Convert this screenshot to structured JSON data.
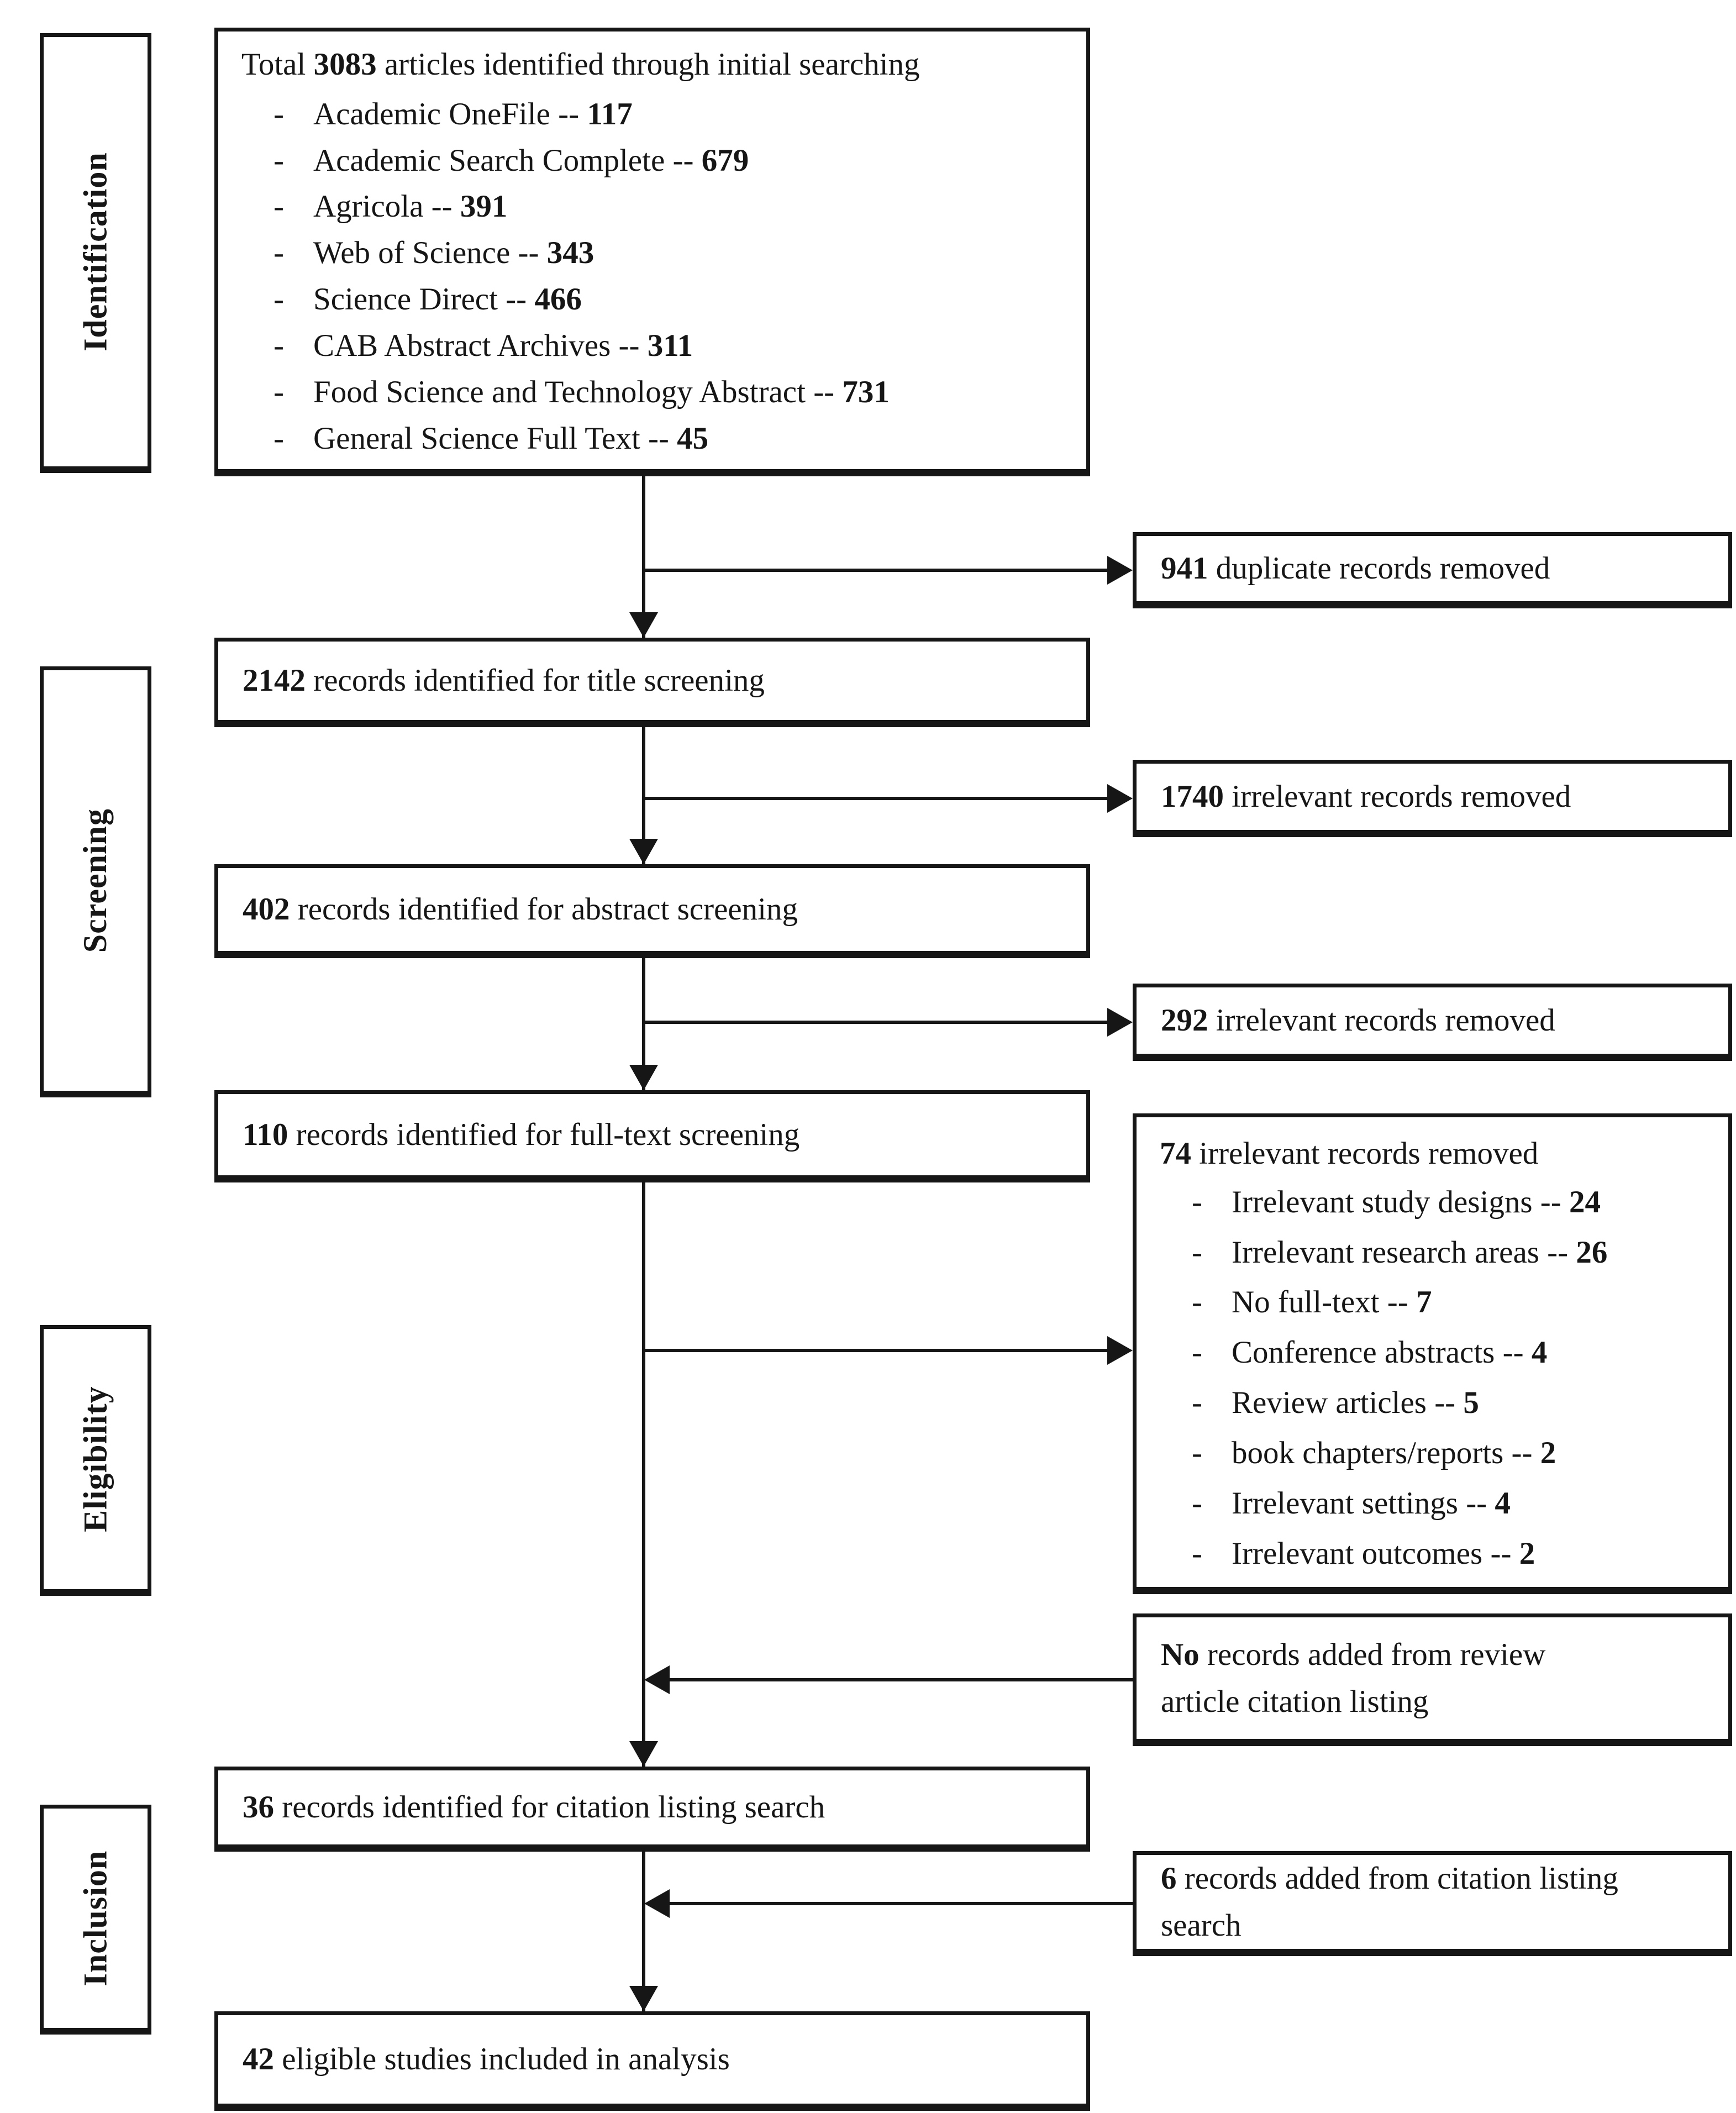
{
  "bullet": "-",
  "sep": "--",
  "stages": [
    {
      "label": "Identification"
    },
    {
      "label": "Screening"
    },
    {
      "label": "Eligibility"
    },
    {
      "label": "Inclusion"
    }
  ],
  "boxes": {
    "initial": {
      "prefix": "Total",
      "count": "3083",
      "text": "articles identified through initial searching",
      "sources": [
        {
          "name": "Academic OneFile",
          "count": "117"
        },
        {
          "name": "Academic Search Complete",
          "count": "679"
        },
        {
          "name": "Agricola",
          "count": "391"
        },
        {
          "name": "Web of Science",
          "count": "343"
        },
        {
          "name": "Science Direct",
          "count": "466"
        },
        {
          "name": "CAB Abstract Archives",
          "count": "311"
        },
        {
          "name": "Food Science and Technology Abstract",
          "count": "731"
        },
        {
          "name": "General Science Full Text",
          "count": "45"
        }
      ]
    },
    "duplicates_removed": {
      "count": "941",
      "text": "duplicate records removed"
    },
    "title_screening": {
      "count": "2142",
      "text": "records identified for title screening"
    },
    "title_removed": {
      "count": "1740",
      "text": "irrelevant records removed"
    },
    "abstract_screening": {
      "count": "402",
      "text": "records identified for abstract screening"
    },
    "abstract_removed": {
      "count": "292",
      "text": "irrelevant records removed"
    },
    "fulltext_screening": {
      "count": "110",
      "text": "records identified for full-text screening"
    },
    "fulltext_removed": {
      "count": "74",
      "text": "irrelevant records removed",
      "reasons": [
        {
          "name": "Irrelevant study designs",
          "count": "24"
        },
        {
          "name": "Irrelevant research areas",
          "count": "26"
        },
        {
          "name": "No full-text",
          "count": "7"
        },
        {
          "name": "Conference abstracts",
          "count": "4"
        },
        {
          "name": "Review articles",
          "count": "5"
        },
        {
          "name": "book chapters/reports",
          "count": "2"
        },
        {
          "name": "Irrelevant settings",
          "count": "4"
        },
        {
          "name": "Irrelevant outcomes",
          "count": "2"
        }
      ]
    },
    "review_citations_added": {
      "count": "No",
      "text": "records added from review article citation listing"
    },
    "citation_search": {
      "count": "36",
      "text": "records identified for citation listing search"
    },
    "citation_added": {
      "count": "6",
      "text": "records added from citation listing search"
    },
    "included": {
      "count": "42",
      "text": "eligible studies included in analysis"
    }
  }
}
